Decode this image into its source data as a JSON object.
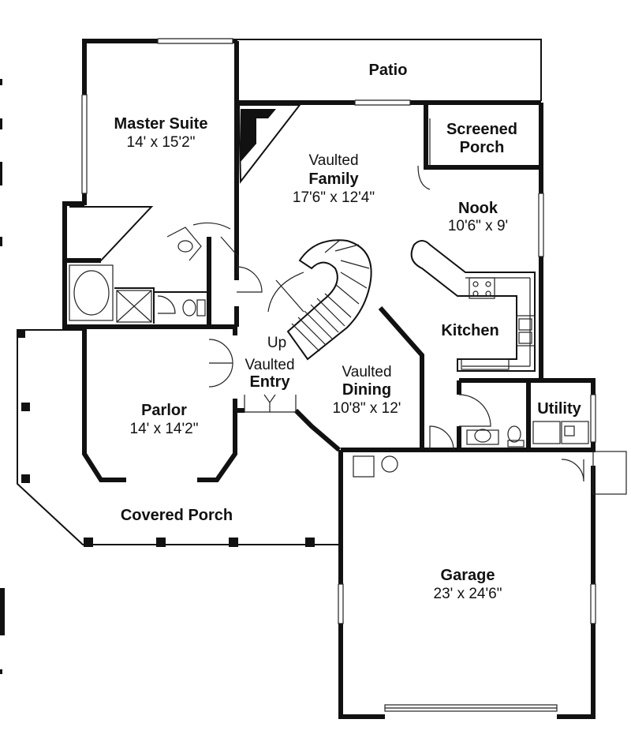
{
  "rooms": {
    "patio": {
      "name": "Patio"
    },
    "master_suite": {
      "name": "Master Suite",
      "dims": "14' x 15'2\""
    },
    "screened_porch": {
      "name_line1": "Screened",
      "name_line2": "Porch"
    },
    "family": {
      "prefix": "Vaulted",
      "name": "Family",
      "dims": "17'6\" x 12'4\""
    },
    "nook": {
      "name": "Nook",
      "dims": "10'6\" x 9'"
    },
    "kitchen": {
      "name": "Kitchen"
    },
    "utility": {
      "name": "Utility"
    },
    "entry": {
      "prefix": "Vaulted",
      "name": "Entry"
    },
    "stair": {
      "label": "Up"
    },
    "dining": {
      "prefix": "Vaulted",
      "name": "Dining",
      "dims": "10'8\" x 12'"
    },
    "parlor": {
      "name": "Parlor",
      "dims": "14' x 14'2\""
    },
    "covered_porch": {
      "name": "Covered Porch"
    },
    "garage": {
      "name": "Garage",
      "dims": "23' x 24'6\""
    }
  }
}
